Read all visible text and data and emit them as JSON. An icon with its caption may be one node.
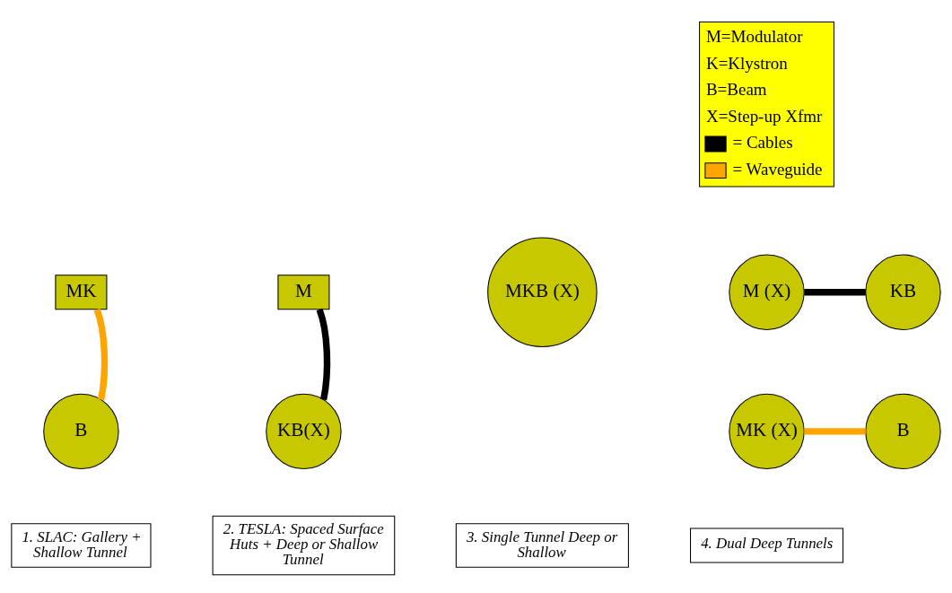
{
  "diagram": {
    "nodes": [
      {
        "text": [
          "MK"
        ]
      },
      {
        "text": [
          "B"
        ]
      },
      {
        "text": [
          "M"
        ]
      },
      {
        "text": [
          "KB(X)"
        ]
      },
      {
        "text": [
          "MKB (X)"
        ]
      },
      {
        "text": [
          "M (X)"
        ]
      },
      {
        "text": [
          "KB"
        ]
      },
      {
        "text": [
          "MK (X)"
        ]
      },
      {
        "text": [
          "B"
        ]
      },
      {
        "text": [
          "1. SLAC: Gallery + Shallow Tunnel"
        ]
      },
      {
        "text": [
          "2. TESLA: Spaced Surface Huts + Deep or Shallow Tunnel"
        ]
      },
      {
        "text": [
          "3. Single Tunnel Deep or Shallow"
        ]
      },
      {
        "text": [
          "4. Dual Deep Tunnels"
        ]
      }
    ],
    "edges": [
      {
        "from": 0,
        "to": 1,
        "arrow": "none",
        "color": "#ffa500"
      },
      {
        "from": 2,
        "to": 3,
        "arrow": "none",
        "color": "#000000"
      },
      {
        "from": 5,
        "to": 6,
        "arrow": "none",
        "color": "#000000"
      },
      {
        "from": 7,
        "to": 8,
        "arrow": "none",
        "color": "#ffa500"
      }
    ],
    "legend": [
      {
        "text": "M=Modulator"
      },
      {
        "text": "K=Klystron"
      },
      {
        "text": "B=Beam"
      },
      {
        "text": "X=Step-up Xfmr"
      },
      {
        "text": "= Cables",
        "color": "#000000"
      },
      {
        "text": "= Waveguide",
        "color": "#ffa500"
      }
    ]
  }
}
